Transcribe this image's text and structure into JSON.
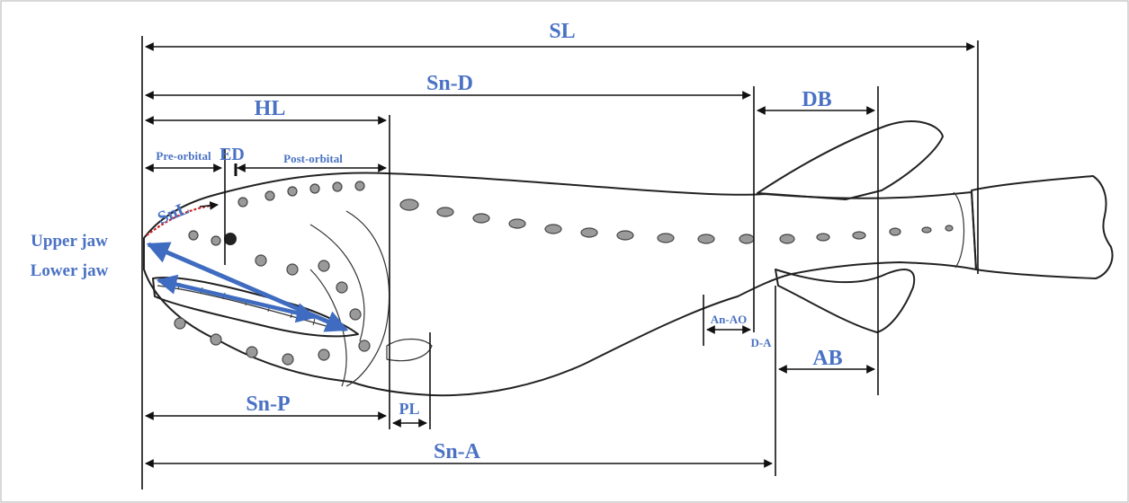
{
  "labels": {
    "sl": "SL",
    "sn_d": "Sn-D",
    "hl": "HL",
    "db": "DB",
    "pre_orbital": "Pre-orbital",
    "ed": "ED",
    "post_orbital": "Post-orbital",
    "snl": "SnL",
    "upper_jaw": "Upper jaw",
    "lower_jaw": "Lower jaw",
    "an_ao": "An-AO",
    "d_a": "D-A",
    "ab": "AB",
    "sn_p": "Sn-P",
    "pl": "PL",
    "sn_a": "Sn-A"
  },
  "colors": {
    "label": "#4a72c4",
    "jaw_arrow": "#3f6cc0",
    "snout_curve": "#cc2222",
    "lines": "#111111"
  },
  "icons": {
    "fish": "fish-illustration"
  }
}
